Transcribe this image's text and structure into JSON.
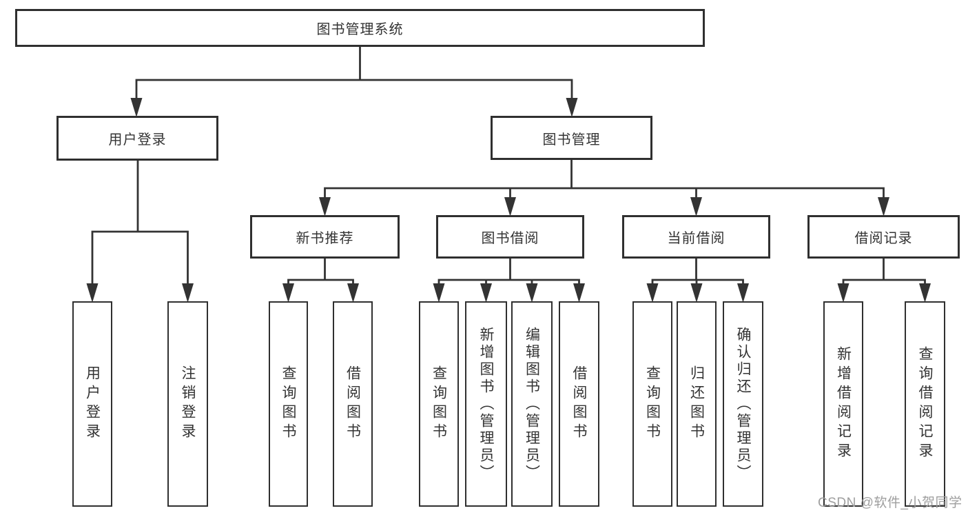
{
  "diagram": {
    "root": {
      "label": "图书管理系统"
    },
    "level2": {
      "user_login": {
        "label": "用户登录"
      },
      "book_mgmt": {
        "label": "图书管理"
      }
    },
    "level3": {
      "new_book_rec": {
        "label": "新书推荐"
      },
      "book_borrow": {
        "label": "图书借阅"
      },
      "current_borrow": {
        "label": "当前借阅"
      },
      "borrow_record": {
        "label": "借阅记录"
      }
    },
    "leaves": {
      "user_login_leaf": {
        "label": "用户登录"
      },
      "logout_leaf": {
        "label": "注销登录"
      },
      "rec_query_book": {
        "label": "查询图书"
      },
      "rec_borrow_book": {
        "label": "借阅图书"
      },
      "bb_query_book": {
        "label": "查询图书"
      },
      "bb_add_book": {
        "label": "新增图书（管理员）"
      },
      "bb_edit_book": {
        "label": "编辑图书（管理员）"
      },
      "bb_borrow_book": {
        "label": "借阅图书"
      },
      "cb_query_book": {
        "label": "查询图书"
      },
      "cb_return_book": {
        "label": "归还图书"
      },
      "cb_confirm_return": {
        "label": "确认归还（管理员）"
      },
      "br_add_record": {
        "label": "新增借阅记录"
      },
      "br_query_record": {
        "label": "查询借阅记录"
      }
    }
  },
  "watermark": {
    "text": "CSDN @软件_小贺同学"
  },
  "colors": {
    "background": "#ffffff",
    "line": "#333333",
    "box_border": "#2f2f2f",
    "text": "#333333",
    "watermark": "#9e9e9e"
  }
}
